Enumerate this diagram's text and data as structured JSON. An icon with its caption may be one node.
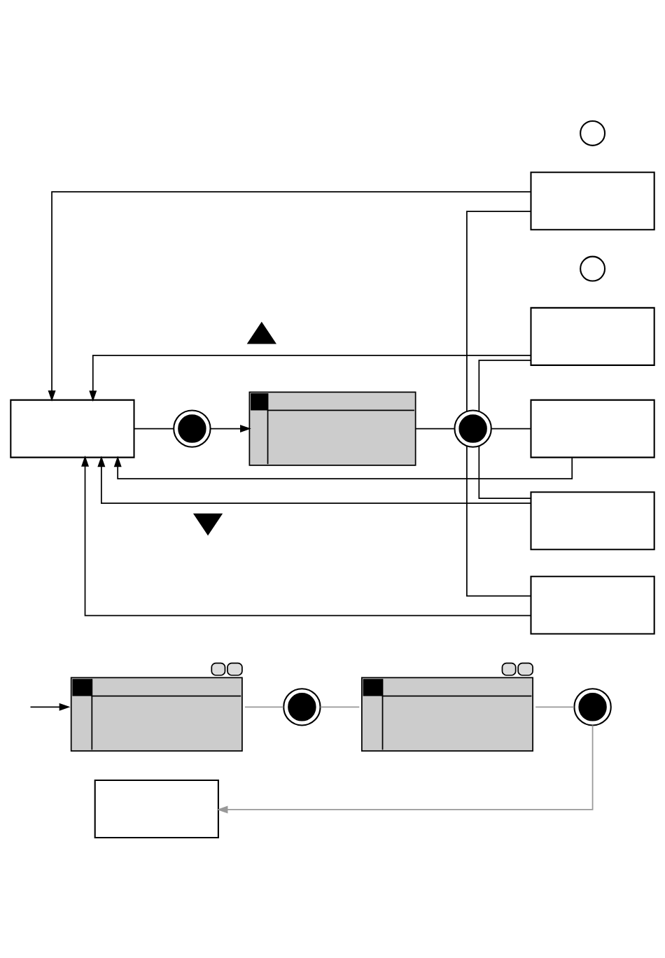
{
  "diagram": {
    "nodes": [
      {
        "text": [],
        "shape": "box"
      },
      {
        "text": [],
        "shape": "button"
      },
      {
        "text": [],
        "shape": "button"
      },
      {
        "text": [],
        "shape": "button"
      },
      {
        "text": [],
        "shape": "display"
      },
      {
        "text": [],
        "shape": "button"
      },
      {
        "text": [],
        "shape": "circle"
      },
      {
        "text": [],
        "shape": "box"
      },
      {
        "text": [],
        "shape": "circle"
      },
      {
        "text": [],
        "shape": "box"
      },
      {
        "text": [],
        "shape": "box"
      },
      {
        "text": [],
        "shape": "box"
      },
      {
        "text": [],
        "shape": "box"
      },
      {
        "text": [],
        "shape": "display"
      },
      {
        "text": [],
        "shape": "button"
      },
      {
        "text": [],
        "shape": "display"
      },
      {
        "text": [],
        "shape": "button"
      },
      {
        "text": [],
        "shape": "box"
      }
    ],
    "edges": [
      {
        "from": 0,
        "to": 1,
        "arrow": "none"
      },
      {
        "from": 1,
        "to": 4,
        "arrow": "to"
      },
      {
        "from": 4,
        "to": 5,
        "arrow": "none"
      },
      {
        "from": 5,
        "to": 7,
        "arrow": "none"
      },
      {
        "from": 5,
        "to": 9,
        "arrow": "none"
      },
      {
        "from": 5,
        "to": 10,
        "arrow": "none"
      },
      {
        "from": 5,
        "to": 11,
        "arrow": "none"
      },
      {
        "from": 5,
        "to": 12,
        "arrow": "none"
      },
      {
        "from": 7,
        "to": 0,
        "arrow": "to"
      },
      {
        "from": 9,
        "to": 0,
        "arrow": "to"
      },
      {
        "from": 10,
        "to": 0,
        "arrow": "to"
      },
      {
        "from": 11,
        "to": 0,
        "arrow": "to"
      },
      {
        "from": 12,
        "to": 0,
        "arrow": "to"
      },
      {
        "from": null,
        "to": 13,
        "arrow": "to"
      },
      {
        "from": 13,
        "to": 14,
        "arrow": "none",
        "color": "#999999"
      },
      {
        "from": 14,
        "to": 15,
        "arrow": "none",
        "color": "#999999"
      },
      {
        "from": 15,
        "to": 16,
        "arrow": "none",
        "color": "#999999"
      },
      {
        "from": 16,
        "to": 17,
        "arrow": "to",
        "color": "#999999"
      }
    ]
  }
}
